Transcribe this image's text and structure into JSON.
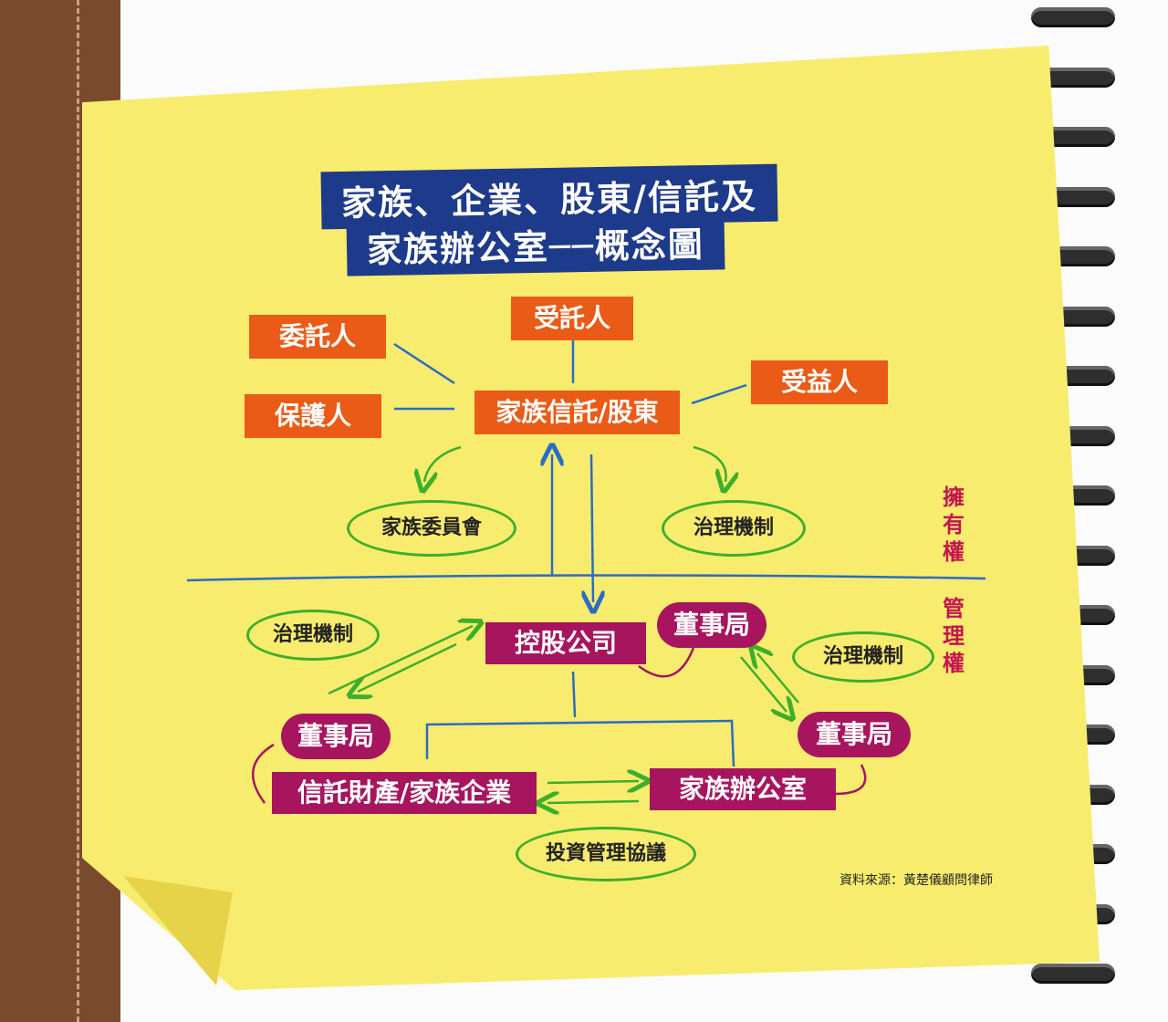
{
  "title": {
    "line1": "家族、企業、股東/信託及",
    "line2": "家族辦公室──概念圖"
  },
  "top_nodes": {
    "settlor": "委託人",
    "trustee": "受託人",
    "beneficiary": "受益人",
    "protector": "保護人",
    "family_trust_shareholders": "家族信託/股東"
  },
  "ownership_ovals": {
    "family_committee": "家族委員會",
    "governance_mechanism": "治理機制"
  },
  "side_labels": {
    "ownership": [
      "擁",
      "有",
      "權"
    ],
    "management": [
      "管",
      "理",
      "權"
    ]
  },
  "management_nodes": {
    "holding_company": "控股公司",
    "board_top": "董事局",
    "board_left": "董事局",
    "board_right": "董事局",
    "trust_property": "信託財產/家族企業",
    "family_office": "家族辦公室",
    "gov_left": "治理機制",
    "gov_right": "治理機制",
    "investment_agreement": "投資管理協議"
  },
  "source": "資料來源：黃楚儀顧問律師",
  "colors": {
    "orange": "#e95b16",
    "purple": "#a6155e",
    "green": "#3fae2a",
    "blue": "#1e3a8a",
    "line_blue": "#2b6cc4",
    "note": "#f8ec6e"
  }
}
